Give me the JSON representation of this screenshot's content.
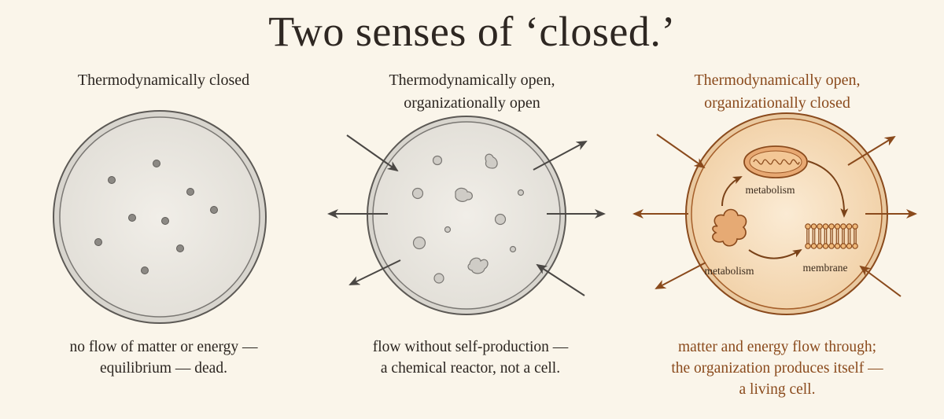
{
  "title": "Two senses of ‘closed.’",
  "panels": [
    {
      "heading": [
        "Thermodynamically closed"
      ],
      "caption": [
        "no flow of matter or energy —",
        "equilibrium — dead."
      ]
    },
    {
      "heading": [
        "Thermodynamically open,",
        "organizationally open"
      ],
      "caption": [
        "flow without self-production —",
        "a chemical reactor, not a cell."
      ]
    },
    {
      "heading": [
        "Thermodynamically open,",
        "organizationally closed"
      ],
      "caption": [
        "matter and energy flow through;",
        "the organization produces itself —",
        "a living cell."
      ],
      "labels": {
        "metabolism_top": "metabolism",
        "metabolism_left": "metabolism",
        "membrane": "membrane"
      }
    }
  ],
  "colors": {
    "background": "#faf5ea",
    "gray_outline": "#6b6864",
    "gray_fill": "#ece9e2",
    "orange_accent": "#8a4a1c",
    "orange_fill": "#f7e2c6"
  }
}
